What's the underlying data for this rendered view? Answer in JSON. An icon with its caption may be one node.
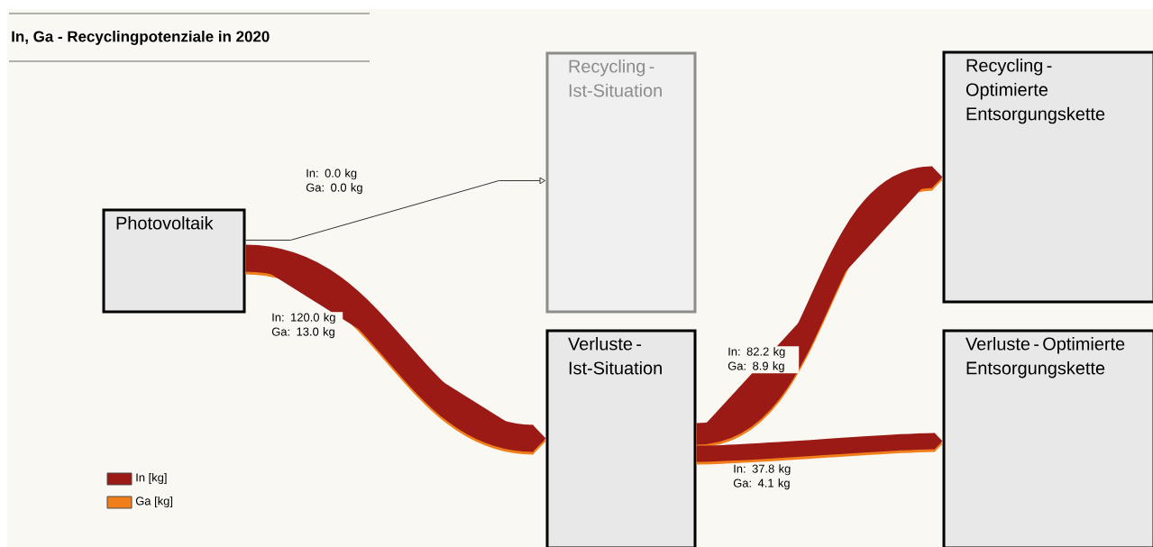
{
  "diagram": {
    "title": "In, Ga - Recyclingpotenziale in 2020",
    "nodes": [
      {
        "text": [
          "Photovoltaik"
        ]
      },
      {
        "text": [
          "Recycling - Ist-Situation"
        ]
      },
      {
        "text": [
          "Verluste - Ist-Situation"
        ]
      },
      {
        "text": [
          "Recycling - Optimierte Entsorgungskette"
        ]
      },
      {
        "text": [
          "Verluste - Optimierte Entsorgungskette"
        ]
      }
    ],
    "edges": [
      {
        "from": 0,
        "to": 1,
        "arrow": "to",
        "label": "In: 0.0 kg Ga: 0.0 kg",
        "color": "#333333"
      },
      {
        "from": 0,
        "to": 2,
        "arrow": "to",
        "label": "In: 120.0 kg Ga: 13.0 kg"
      },
      {
        "from": 2,
        "to": 3,
        "arrow": "to",
        "label": "In: 82.2 kg Ga: 8.9 kg"
      },
      {
        "from": 2,
        "to": 4,
        "arrow": "to",
        "label": "In: 37.8 kg Ga: 4.1 kg"
      }
    ],
    "legend": [
      {
        "text": "In [kg]",
        "color": "#9b1a16"
      },
      {
        "text": "Ga [kg]",
        "color": "#f07f1b"
      }
    ]
  }
}
